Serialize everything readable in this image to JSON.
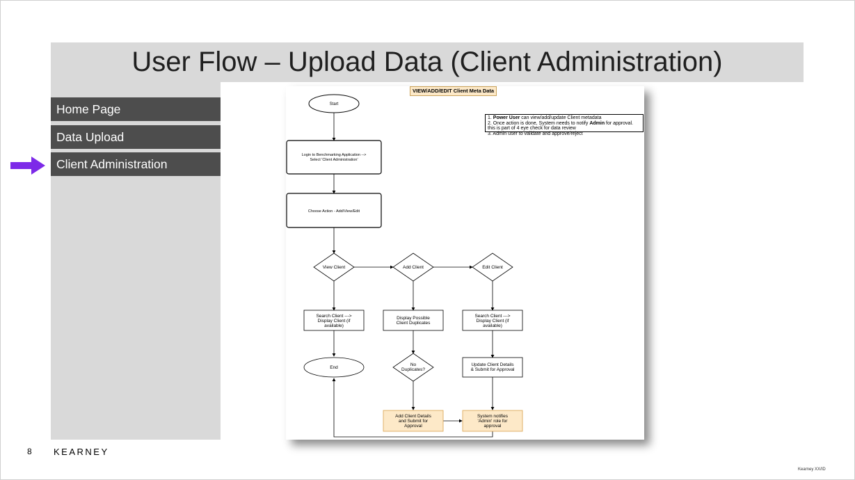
{
  "slide": {
    "title": "User Flow – Upload Data (Client Administration)",
    "page_number": "8",
    "brand": "KEARNEY",
    "footer_tag": "Kearney XX/ID"
  },
  "nav": {
    "items": [
      {
        "label": "Home Page"
      },
      {
        "label": "Data Upload"
      },
      {
        "label": "Client Administration"
      }
    ],
    "active_index": 2,
    "arrow_color": "#7d2ae8"
  },
  "flowchart": {
    "header": "VIEW/ADD/EDIT Client Meta Data",
    "notes": {
      "line1_bold": "Power User",
      "line1_prefix": "1. ",
      "line1_rest": " can view/add/update Client metadata",
      "line2_prefix": "2. Once action is done, System needs to notify ",
      "line2_bold": "Admin",
      "line2_rest": " for approval. this is part of 4 eye check for data review",
      "line3": "3. Admin user to validate and approve/reject"
    },
    "nodes": {
      "start": "Start",
      "login_1": "Login to Benchmarking Application -->",
      "login_2": "Select 'Client Administration'",
      "choose": "Choose Action - Add/View/Edit",
      "view_client": "View Client",
      "add_client": "Add Client",
      "edit_client": "Edit Client",
      "search_view_1": "Search Client --->",
      "search_view_2": "Display Client (if",
      "search_view_3": "available)",
      "dup_1": "Display Possible",
      "dup_2": "Client Duplicates",
      "search_edit_1": "Search Client --->",
      "search_edit_2": "Display Client (if",
      "search_edit_3": "available)",
      "end": "End",
      "no_dup_1": "No",
      "no_dup_2": "Duplicates?",
      "update_1": "Update Client Details",
      "update_2": "& Submit for Approval",
      "add_details_1": "Add Client Details",
      "add_details_2": "and Submit for",
      "add_details_3": "Approval",
      "notify_1": "System notifies",
      "notify_2": "'Admin' role for",
      "notify_3": "approval"
    },
    "colors": {
      "highlight_fill": "#fde9c8",
      "highlight_stroke": "#d9a24e"
    }
  }
}
